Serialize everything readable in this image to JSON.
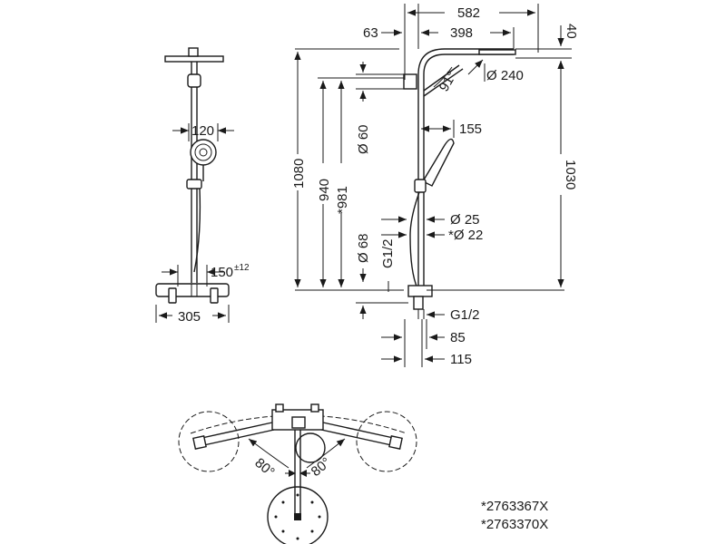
{
  "dimensions": {
    "width_582": "582",
    "offset_63": "63",
    "arm_398": "398",
    "head_40": "40",
    "head_dia": "Ø 240",
    "angle_91": "91°",
    "pipe_dia_60": "Ø 60",
    "handshower_155": "155",
    "height_1080": "1080",
    "height_940": "940",
    "height_981": "*981",
    "height_1030": "1030",
    "hose_dia_25": "Ø 25",
    "hose_dia_22": "*Ø 22",
    "flange_dia_68": "Ø 68",
    "thread_g12_vertical": "G1/2",
    "thread_g12": "G1/2",
    "depth_85": "85",
    "depth_115": "115",
    "front_120": "120",
    "centres_150": "150",
    "centres_150_tol": "±12",
    "width_305": "305",
    "swivel_left": "80°",
    "swivel_right": "80°"
  },
  "part_numbers": [
    "*2763367X",
    "*2763370X"
  ]
}
